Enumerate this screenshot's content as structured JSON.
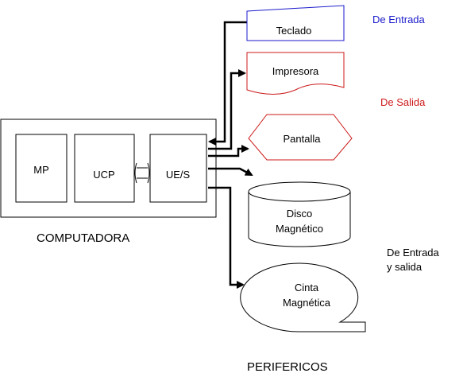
{
  "computer": {
    "label": "COMPUTADORA",
    "units": {
      "mp": "MP",
      "ucp": "UCP",
      "ues": "UE/S"
    }
  },
  "peripherals": {
    "label": "PERIFERICOS",
    "teclado": "Teclado",
    "impresora": "Impresora",
    "pantalla": "Pantalla",
    "disco": [
      "Disco",
      "Magnético"
    ],
    "cinta": [
      "Cinta",
      "Magnética"
    ]
  },
  "categories": {
    "entrada": "De Entrada",
    "salida": "De Salida",
    "entrada_salida": [
      "De Entrada",
      "y salida"
    ]
  },
  "colors": {
    "entrada": "#1a1acc",
    "salida": "#cc1a1a",
    "line": "#000000"
  }
}
